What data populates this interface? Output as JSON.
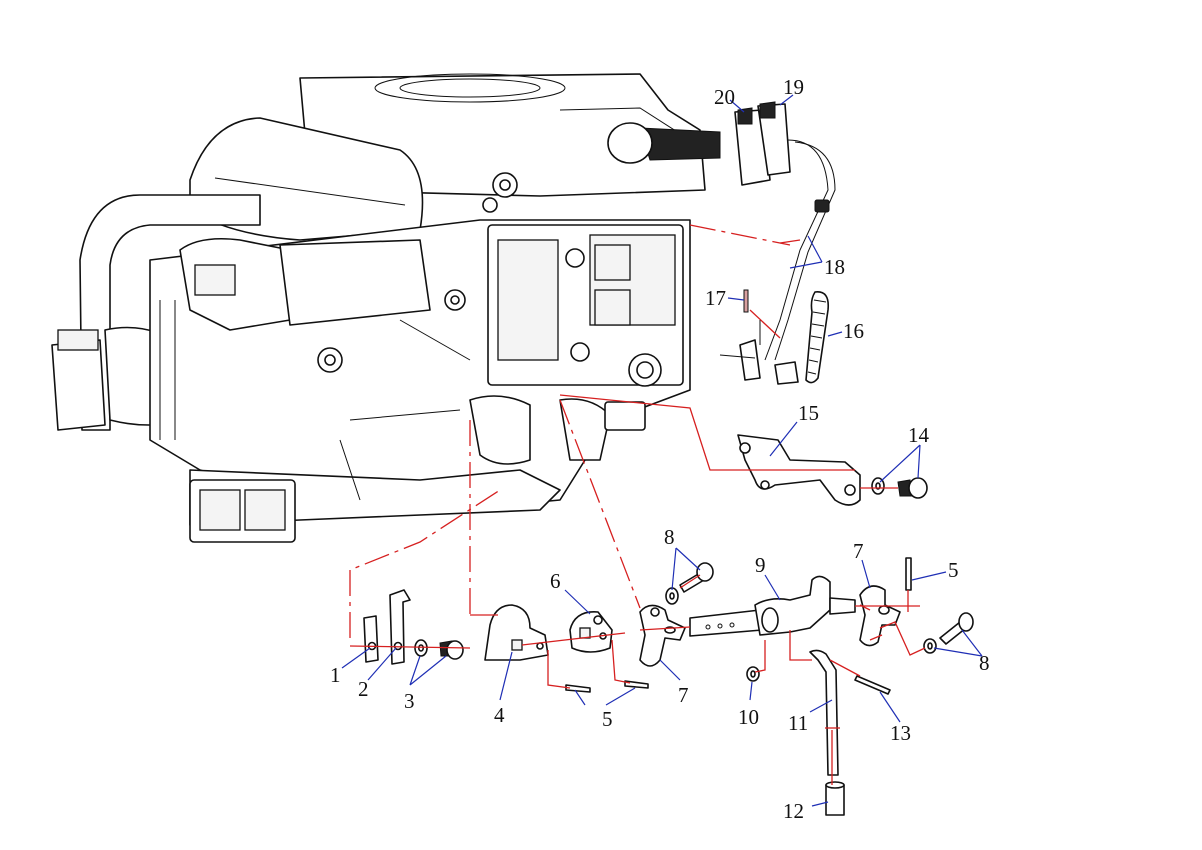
{
  "callouts": {
    "c1": "1",
    "c2": "2",
    "c3": "3",
    "c4": "4",
    "c5a": "5",
    "c5b": "5",
    "c6": "6",
    "c7a": "7",
    "c7b": "7",
    "c8a": "8",
    "c8b": "8",
    "c9": "9",
    "c10": "10",
    "c11": "11",
    "c12": "12",
    "c13": "13",
    "c14": "14",
    "c15": "15",
    "c16": "16",
    "c17": "17",
    "c18": "18",
    "c19": "19",
    "c20": "20"
  },
  "colors": {
    "leader": "#1f2fb5",
    "assembly_line": "#d62020",
    "outline": "#111111"
  }
}
